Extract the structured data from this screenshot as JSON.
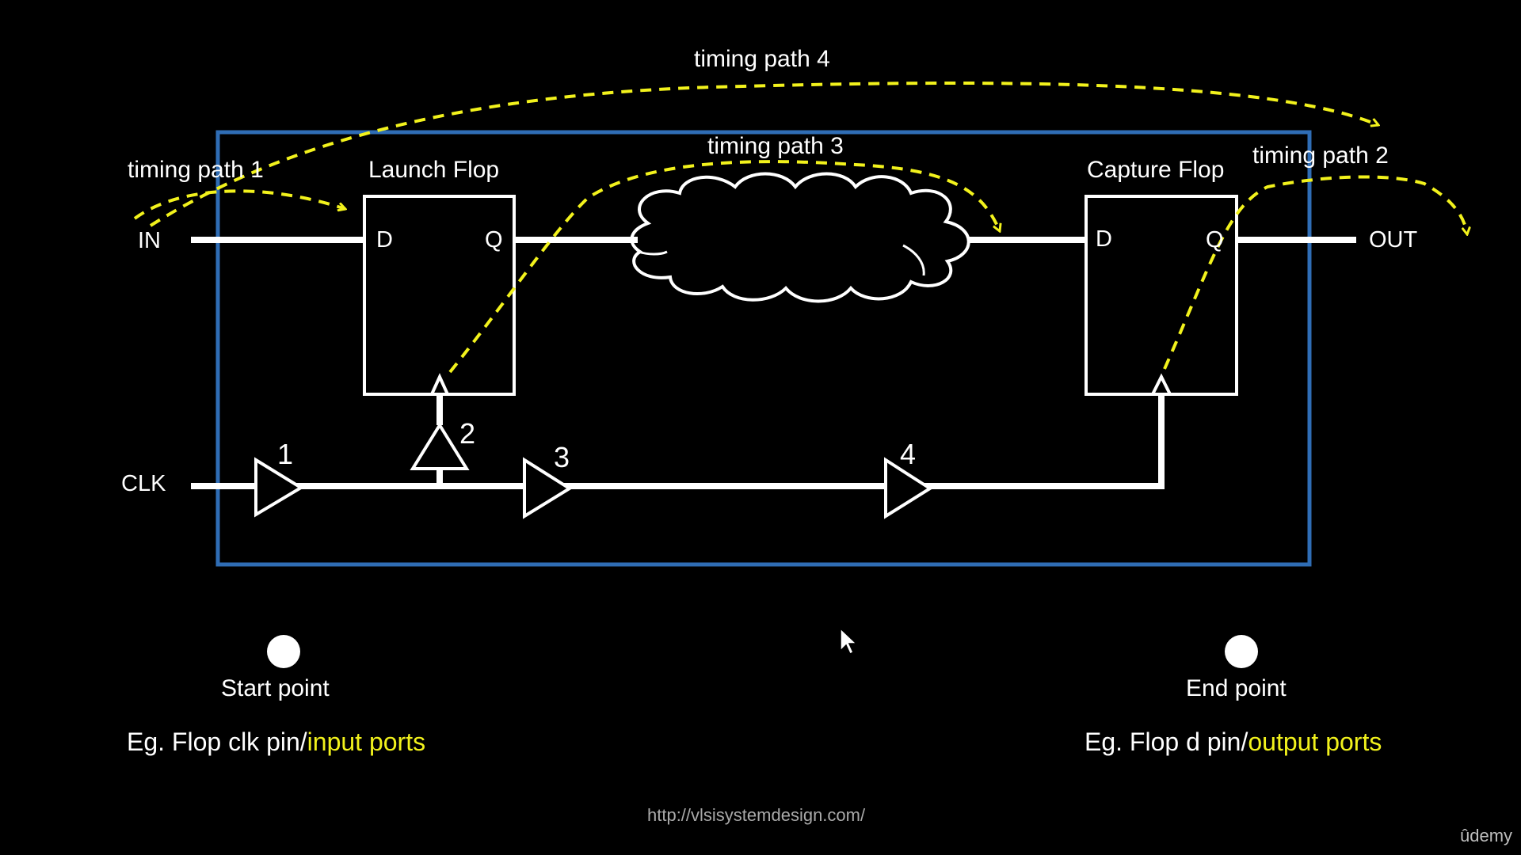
{
  "labels": {
    "timing_path_1": "timing path 1",
    "timing_path_2": "timing path 2",
    "timing_path_3": "timing path 3",
    "timing_path_4": "timing path 4",
    "launch_flop": "Launch Flop",
    "capture_flop": "Capture Flop",
    "in_port": "IN",
    "out_port": "OUT",
    "clk_port": "CLK",
    "launch_d": "D",
    "launch_q": "Q",
    "capture_d": "D",
    "capture_q": "Q",
    "buffer_1": "1",
    "buffer_2": "2",
    "buffer_3": "3",
    "buffer_4": "4"
  },
  "legend": {
    "start_point": "Start point",
    "end_point": "End point",
    "start_example_prefix": "Eg. Flop clk pin/",
    "start_example_highlight": "input ports",
    "end_example_prefix": "Eg. Flop d pin/",
    "end_example_highlight": "output ports"
  },
  "footer": {
    "url": "http://vlsisystemdesign.com/",
    "brand": "ûdemy"
  },
  "colors": {
    "background": "#000000",
    "wire": "#ffffff",
    "boundary": "#2f6db5",
    "path_highlight": "#f2f21c"
  }
}
